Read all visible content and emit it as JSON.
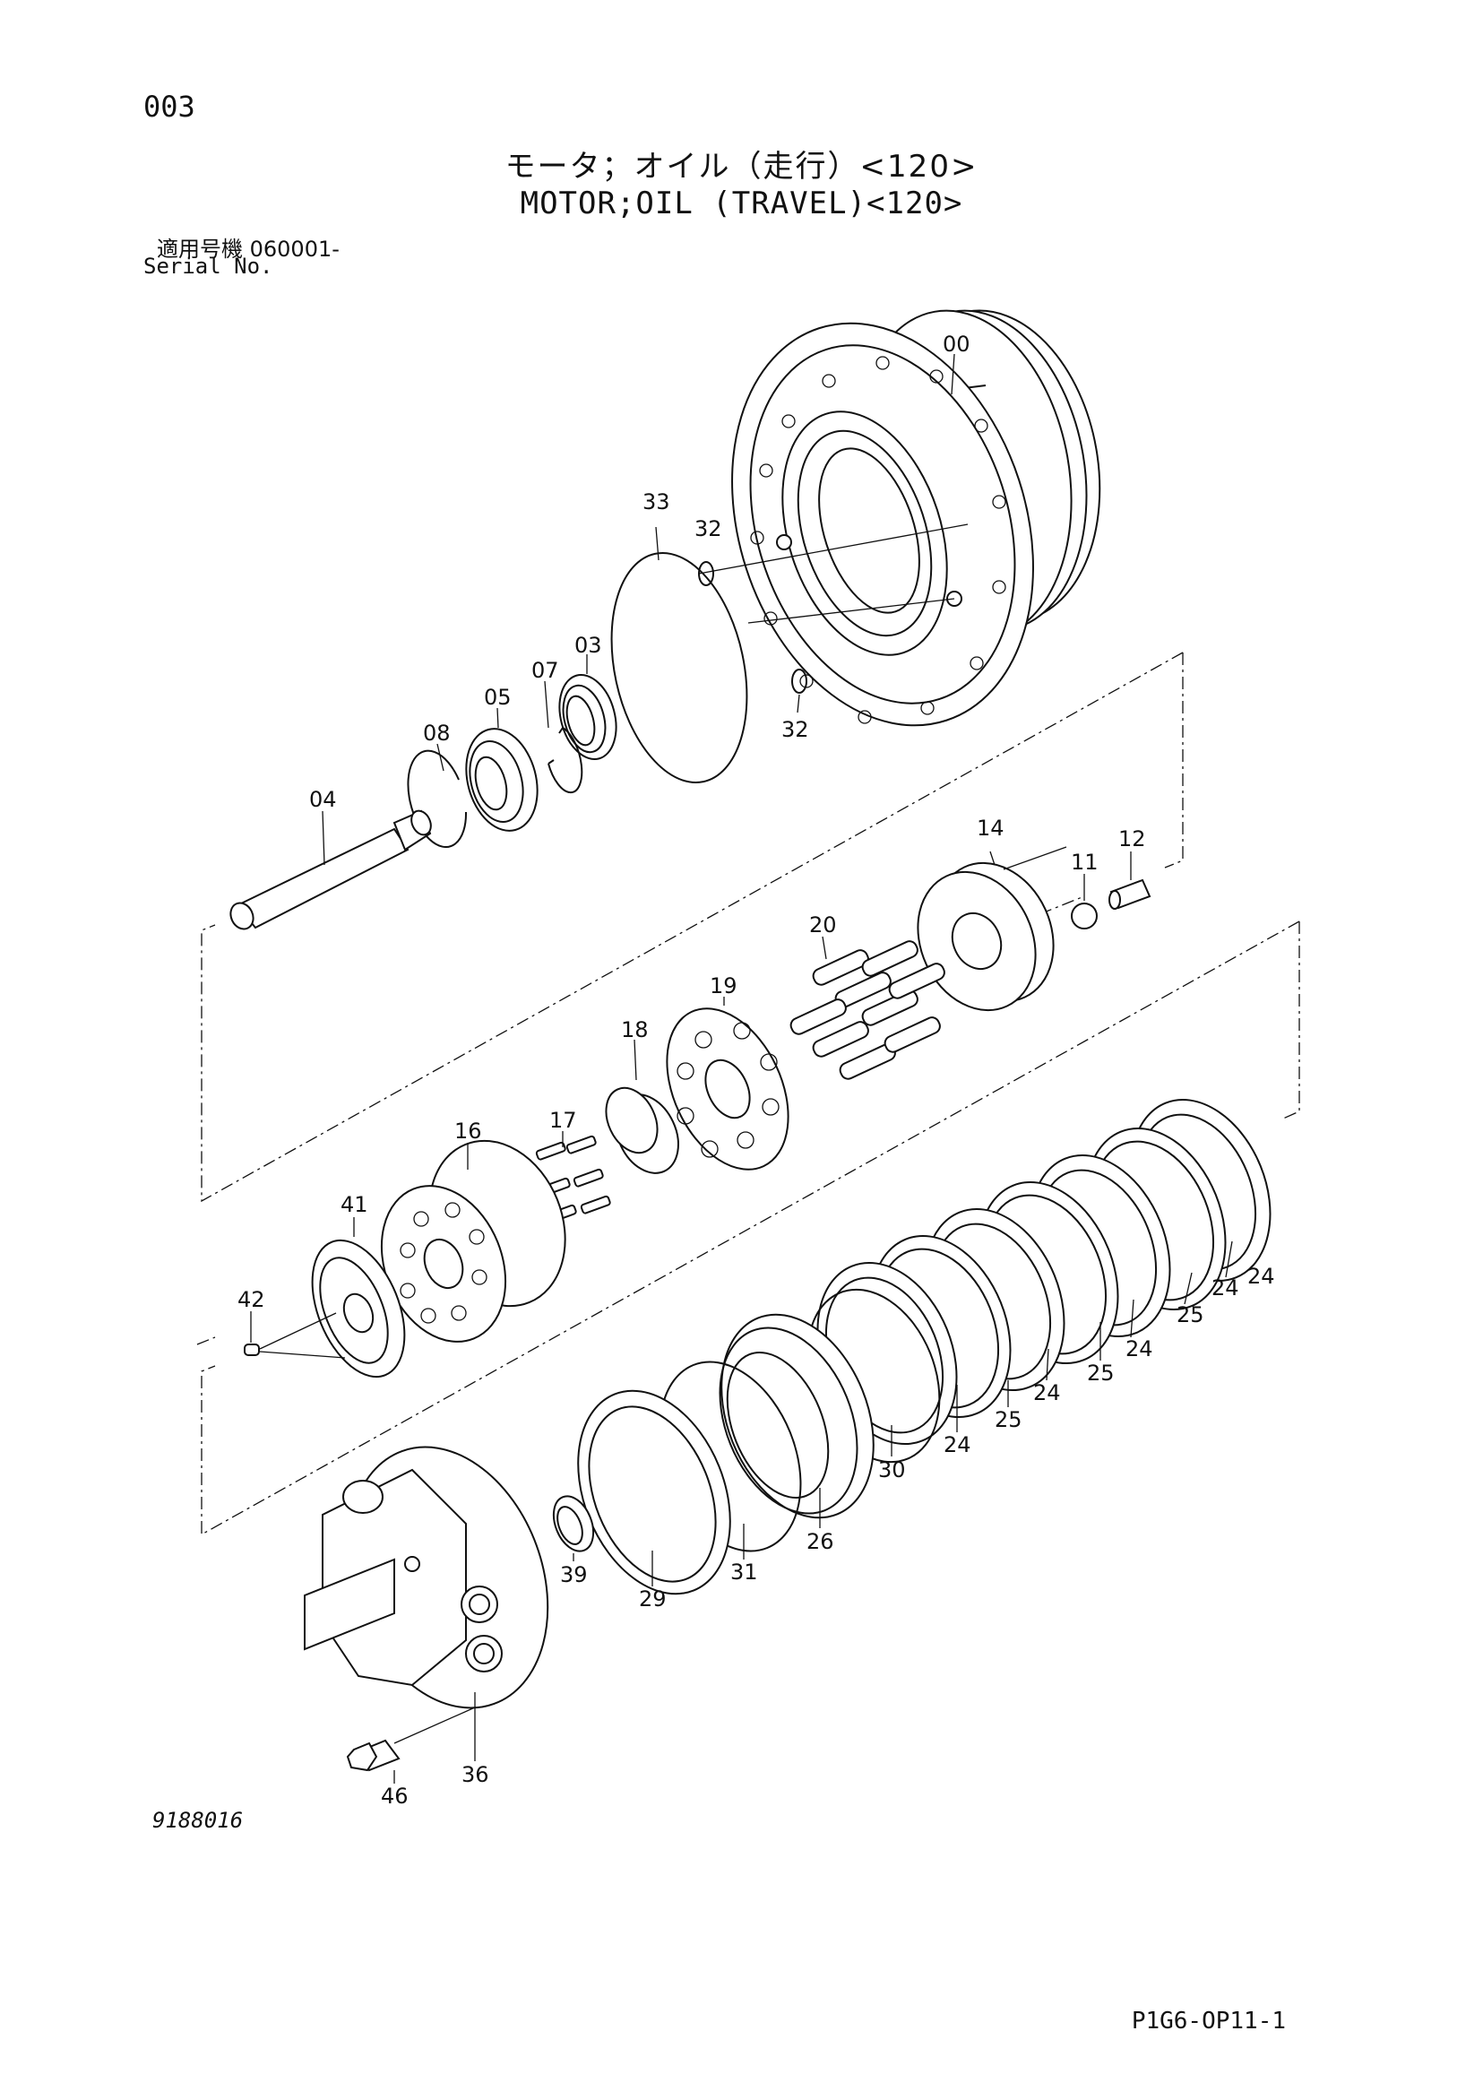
{
  "header": {
    "page_number": "003",
    "title_jp": "モータ；オイル（走行）<120>",
    "title_en": "MOTOR;OIL (TRAVEL)<120>",
    "serial_jp": "適用号機  060001-",
    "serial_en": "Serial No."
  },
  "footer": {
    "drawing_no": "9188016",
    "page_code": "P1G6-OP11-1"
  },
  "callouts": [
    {
      "id": "c00",
      "label": "00"
    },
    {
      "id": "c33",
      "label": "33"
    },
    {
      "id": "c32a",
      "label": "32"
    },
    {
      "id": "c32b",
      "label": "32"
    },
    {
      "id": "c03",
      "label": "03"
    },
    {
      "id": "c07",
      "label": "07"
    },
    {
      "id": "c05",
      "label": "05"
    },
    {
      "id": "c08",
      "label": "08"
    },
    {
      "id": "c04",
      "label": "04"
    },
    {
      "id": "c14",
      "label": "14"
    },
    {
      "id": "c11",
      "label": "11"
    },
    {
      "id": "c12",
      "label": "12"
    },
    {
      "id": "c20",
      "label": "20"
    },
    {
      "id": "c19",
      "label": "19"
    },
    {
      "id": "c18",
      "label": "18"
    },
    {
      "id": "c17",
      "label": "17"
    },
    {
      "id": "c16",
      "label": "16"
    },
    {
      "id": "c41",
      "label": "41"
    },
    {
      "id": "c42",
      "label": "42"
    },
    {
      "id": "c24a",
      "label": "24"
    },
    {
      "id": "c25a",
      "label": "25"
    },
    {
      "id": "c24b",
      "label": "24"
    },
    {
      "id": "c25b",
      "label": "25"
    },
    {
      "id": "c24c",
      "label": "24"
    },
    {
      "id": "c25c",
      "label": "25"
    },
    {
      "id": "c24d",
      "label": "24"
    },
    {
      "id": "c24e",
      "label": "24"
    },
    {
      "id": "c30",
      "label": "30"
    },
    {
      "id": "c26",
      "label": "26"
    },
    {
      "id": "c31",
      "label": "31"
    },
    {
      "id": "c29",
      "label": "29"
    },
    {
      "id": "c39",
      "label": "39"
    },
    {
      "id": "c36",
      "label": "36"
    },
    {
      "id": "c46",
      "label": "46"
    }
  ]
}
